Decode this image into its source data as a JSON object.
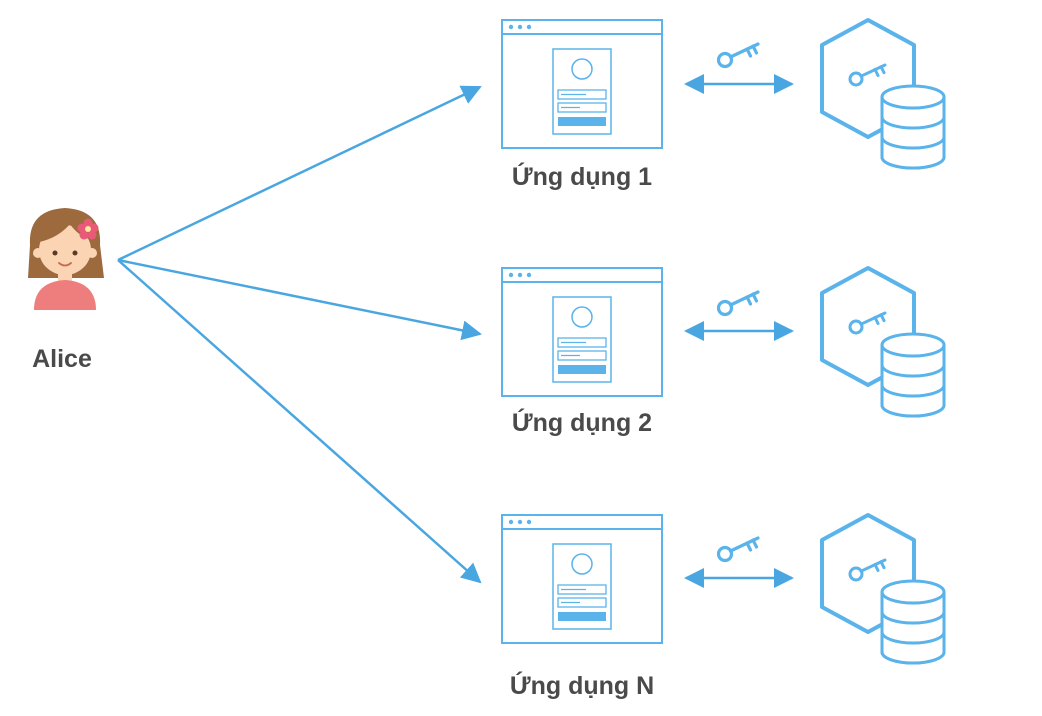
{
  "user": {
    "name": "Alice"
  },
  "apps": [
    {
      "label": "Ứng dụng 1"
    },
    {
      "label": "Ứng dụng 2"
    },
    {
      "label": "Ứng dụng N"
    }
  ],
  "icons": {
    "user": "girl-avatar-icon",
    "app": "app-window-login-icon",
    "key": "key-icon",
    "database": "secured-database-icon"
  },
  "colors": {
    "line": "#4aa6e0",
    "icon": "#5ab3ea",
    "label": "#4a4a4a",
    "skin": "#fbd4b4",
    "hair": "#9c6a3c",
    "shirt": "#ee7d7d",
    "flower": "#e85a78"
  }
}
